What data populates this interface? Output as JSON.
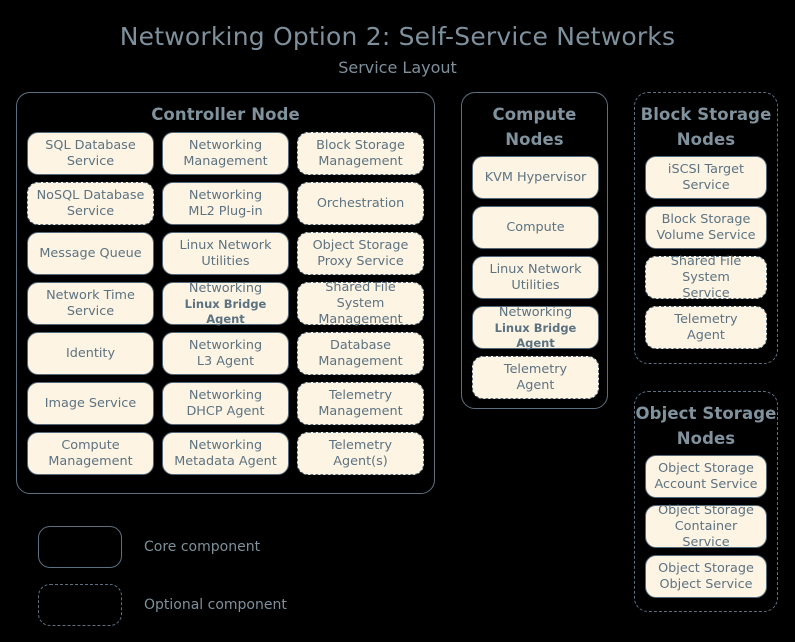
{
  "header": {
    "title": "Networking Option 2: Self-Service Networks",
    "subtitle": "Service Layout"
  },
  "colors": {
    "background": "#000000",
    "box_fill": "#fdf4e3",
    "box_border": "#51697a",
    "text": "#5c7382",
    "title_text": "#7d909b",
    "group_border": "#5c7080"
  },
  "groups": {
    "controller": {
      "title": "Controller Node",
      "optional": false,
      "columns": [
        {
          "items": [
            {
              "l1": "SQL Database",
              "l2": "Service",
              "optional": false
            },
            {
              "l1": "NoSQL Database",
              "l2": "Service",
              "optional": true
            },
            {
              "l1": "Message Queue",
              "l2": "",
              "optional": false
            },
            {
              "l1": "Network Time",
              "l2": "Service",
              "optional": false
            },
            {
              "l1": "Identity",
              "l2": "",
              "optional": false
            },
            {
              "l1": "Image Service",
              "l2": "",
              "optional": false
            },
            {
              "l1": "Compute",
              "l2": "Management",
              "optional": false
            }
          ]
        },
        {
          "items": [
            {
              "l1": "Networking",
              "l2": "Management",
              "optional": false
            },
            {
              "l1": "Networking",
              "l2": "ML2 Plug-in",
              "optional": false
            },
            {
              "l1": "Linux Network",
              "l2": "Utilities",
              "optional": false
            },
            {
              "l1": "Networking",
              "l2": "Linux Bridge Agent",
              "optional": false,
              "small_second": true
            },
            {
              "l1": "Networking",
              "l2": "L3 Agent",
              "optional": false
            },
            {
              "l1": "Networking",
              "l2": "DHCP Agent",
              "optional": false
            },
            {
              "l1": "Networking",
              "l2": "Metadata Agent",
              "optional": false
            }
          ]
        },
        {
          "items": [
            {
              "l1": "Block Storage",
              "l2": "Management",
              "optional": true
            },
            {
              "l1": "Orchestration",
              "l2": "",
              "optional": true
            },
            {
              "l1": "Object Storage",
              "l2": "Proxy Service",
              "optional": true
            },
            {
              "l1": "Shared File System",
              "l2": "Management",
              "optional": true
            },
            {
              "l1": "Database",
              "l2": "Management",
              "optional": true
            },
            {
              "l1": "Telemetry",
              "l2": "Management",
              "optional": true
            },
            {
              "l1": "Telemetry",
              "l2": "Agent(s)",
              "optional": true
            }
          ]
        }
      ]
    },
    "compute": {
      "title": "Compute Nodes",
      "optional": false,
      "items": [
        {
          "l1": "KVM Hypervisor",
          "l2": "",
          "optional": false
        },
        {
          "l1": "Compute",
          "l2": "",
          "optional": false
        },
        {
          "l1": "Linux Network",
          "l2": "Utilities",
          "optional": false
        },
        {
          "l1": "Networking",
          "l2": "Linux Bridge Agent",
          "optional": false,
          "small_second": true
        },
        {
          "l1": "Telemetry",
          "l2": "Agent",
          "optional": true
        }
      ]
    },
    "block_storage": {
      "title": "Block Storage Nodes",
      "optional": true,
      "items": [
        {
          "l1": "iSCSI Target",
          "l2": "Service",
          "optional": false
        },
        {
          "l1": "Block Storage",
          "l2": "Volume Service",
          "optional": false
        },
        {
          "l1": "Shared File System",
          "l2": "Service",
          "optional": true
        },
        {
          "l1": "Telemetry",
          "l2": "Agent",
          "optional": true
        }
      ]
    },
    "object_storage": {
      "title": "Object Storage Nodes",
      "optional": true,
      "items": [
        {
          "l1": "Object Storage",
          "l2": "Account Service",
          "optional": false
        },
        {
          "l1": "Object Storage",
          "l2": "Container Service",
          "optional": false
        },
        {
          "l1": "Object Storage",
          "l2": "Object Service",
          "optional": false
        }
      ]
    }
  },
  "legend": {
    "core_label": "Core component",
    "optional_label": "Optional component"
  }
}
